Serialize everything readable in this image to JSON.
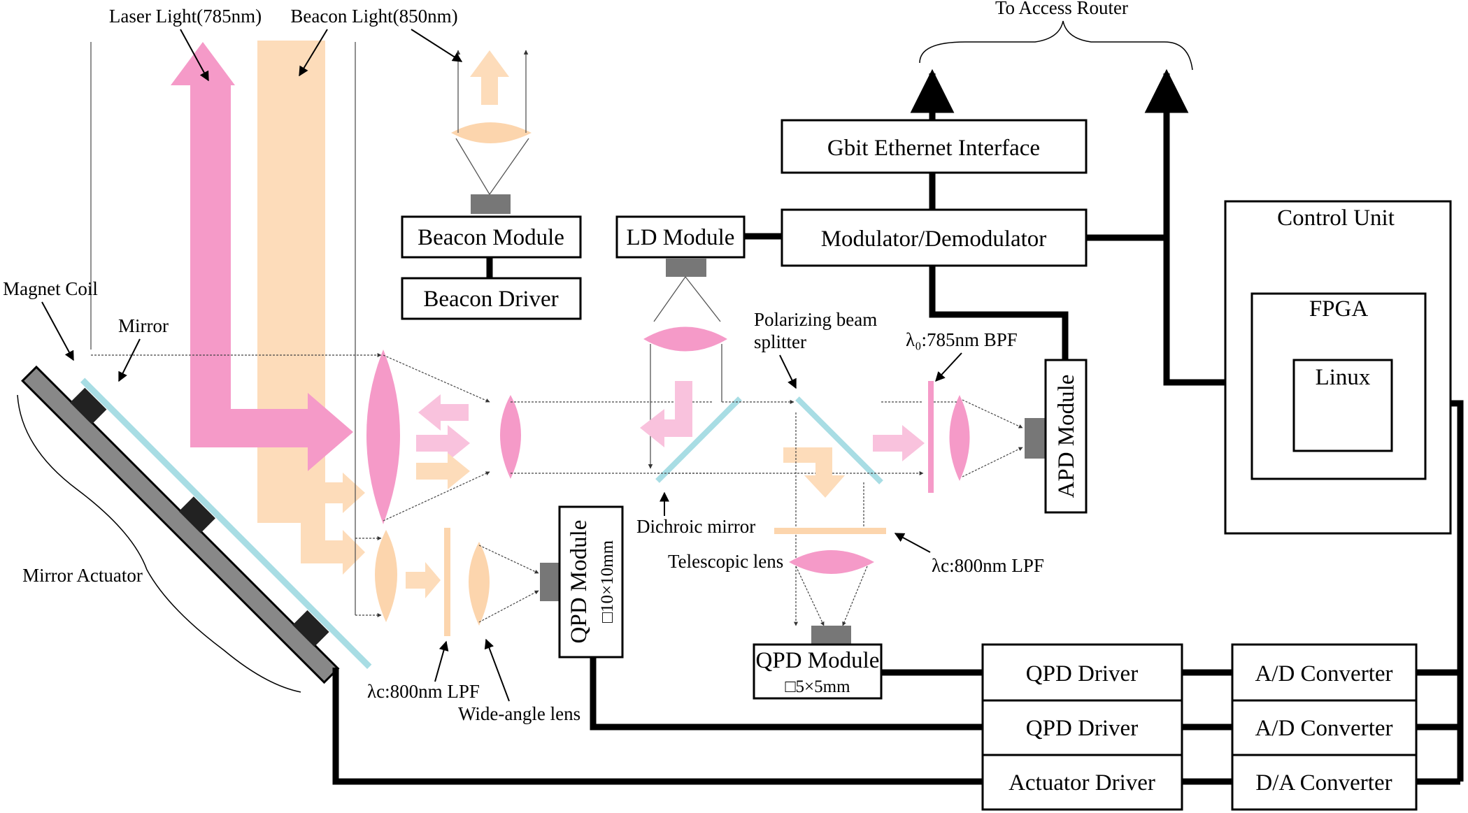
{
  "colors": {
    "laser": "#f59ac8",
    "laser_light": "#f9c2dd",
    "beacon": "#fddcba",
    "lens_peach": "#fcd5ad",
    "mirror": "#a8dde4",
    "device_gray": "#777777",
    "coil": "#222222",
    "bus": "#000000"
  },
  "labels": {
    "laser_light": "Laser Light(785nm)",
    "beacon_light": "Beacon Light(850nm)",
    "to_access_router": "To Access Router",
    "magnet_coil": "Magnet  Coil",
    "mirror": "Mirror",
    "mirror_actuator": "Mirror Actuator",
    "polarizing_beam_splitter_1": "Polarizing beam",
    "polarizing_beam_splitter_2": "splitter",
    "bpf": "λ₀:785nm BPF",
    "dichroic_mirror": "Dichroic mirror",
    "telescopic_lens": "Telescopic lens",
    "lpf_right": "λc:800nm LPF",
    "lpf_left": "λc:800nm LPF",
    "wide_angle_lens": "Wide-angle lens"
  },
  "blocks": {
    "gbit_ethernet": "Gbit Ethernet Interface",
    "modulator": "Modulator/Demodulator",
    "ld_module": "LD Module",
    "beacon_module": "Beacon Module",
    "beacon_driver": "Beacon Driver",
    "apd_module": "APD Module",
    "qpd_module_large": "QPD Module",
    "qpd_module_large_sub": "□10×10mm",
    "qpd_module_small": "QPD Module",
    "qpd_module_small_sub": "□5×5mm",
    "qpd_driver_1": "QPD Driver",
    "qpd_driver_2": "QPD Driver",
    "actuator_driver": "Actuator Driver",
    "ad_converter_1": "A/D Converter",
    "ad_converter_2": "A/D Converter",
    "da_converter": "D/A Converter",
    "control_unit": "Control Unit",
    "fpga": "FPGA",
    "linux": "Linux"
  }
}
